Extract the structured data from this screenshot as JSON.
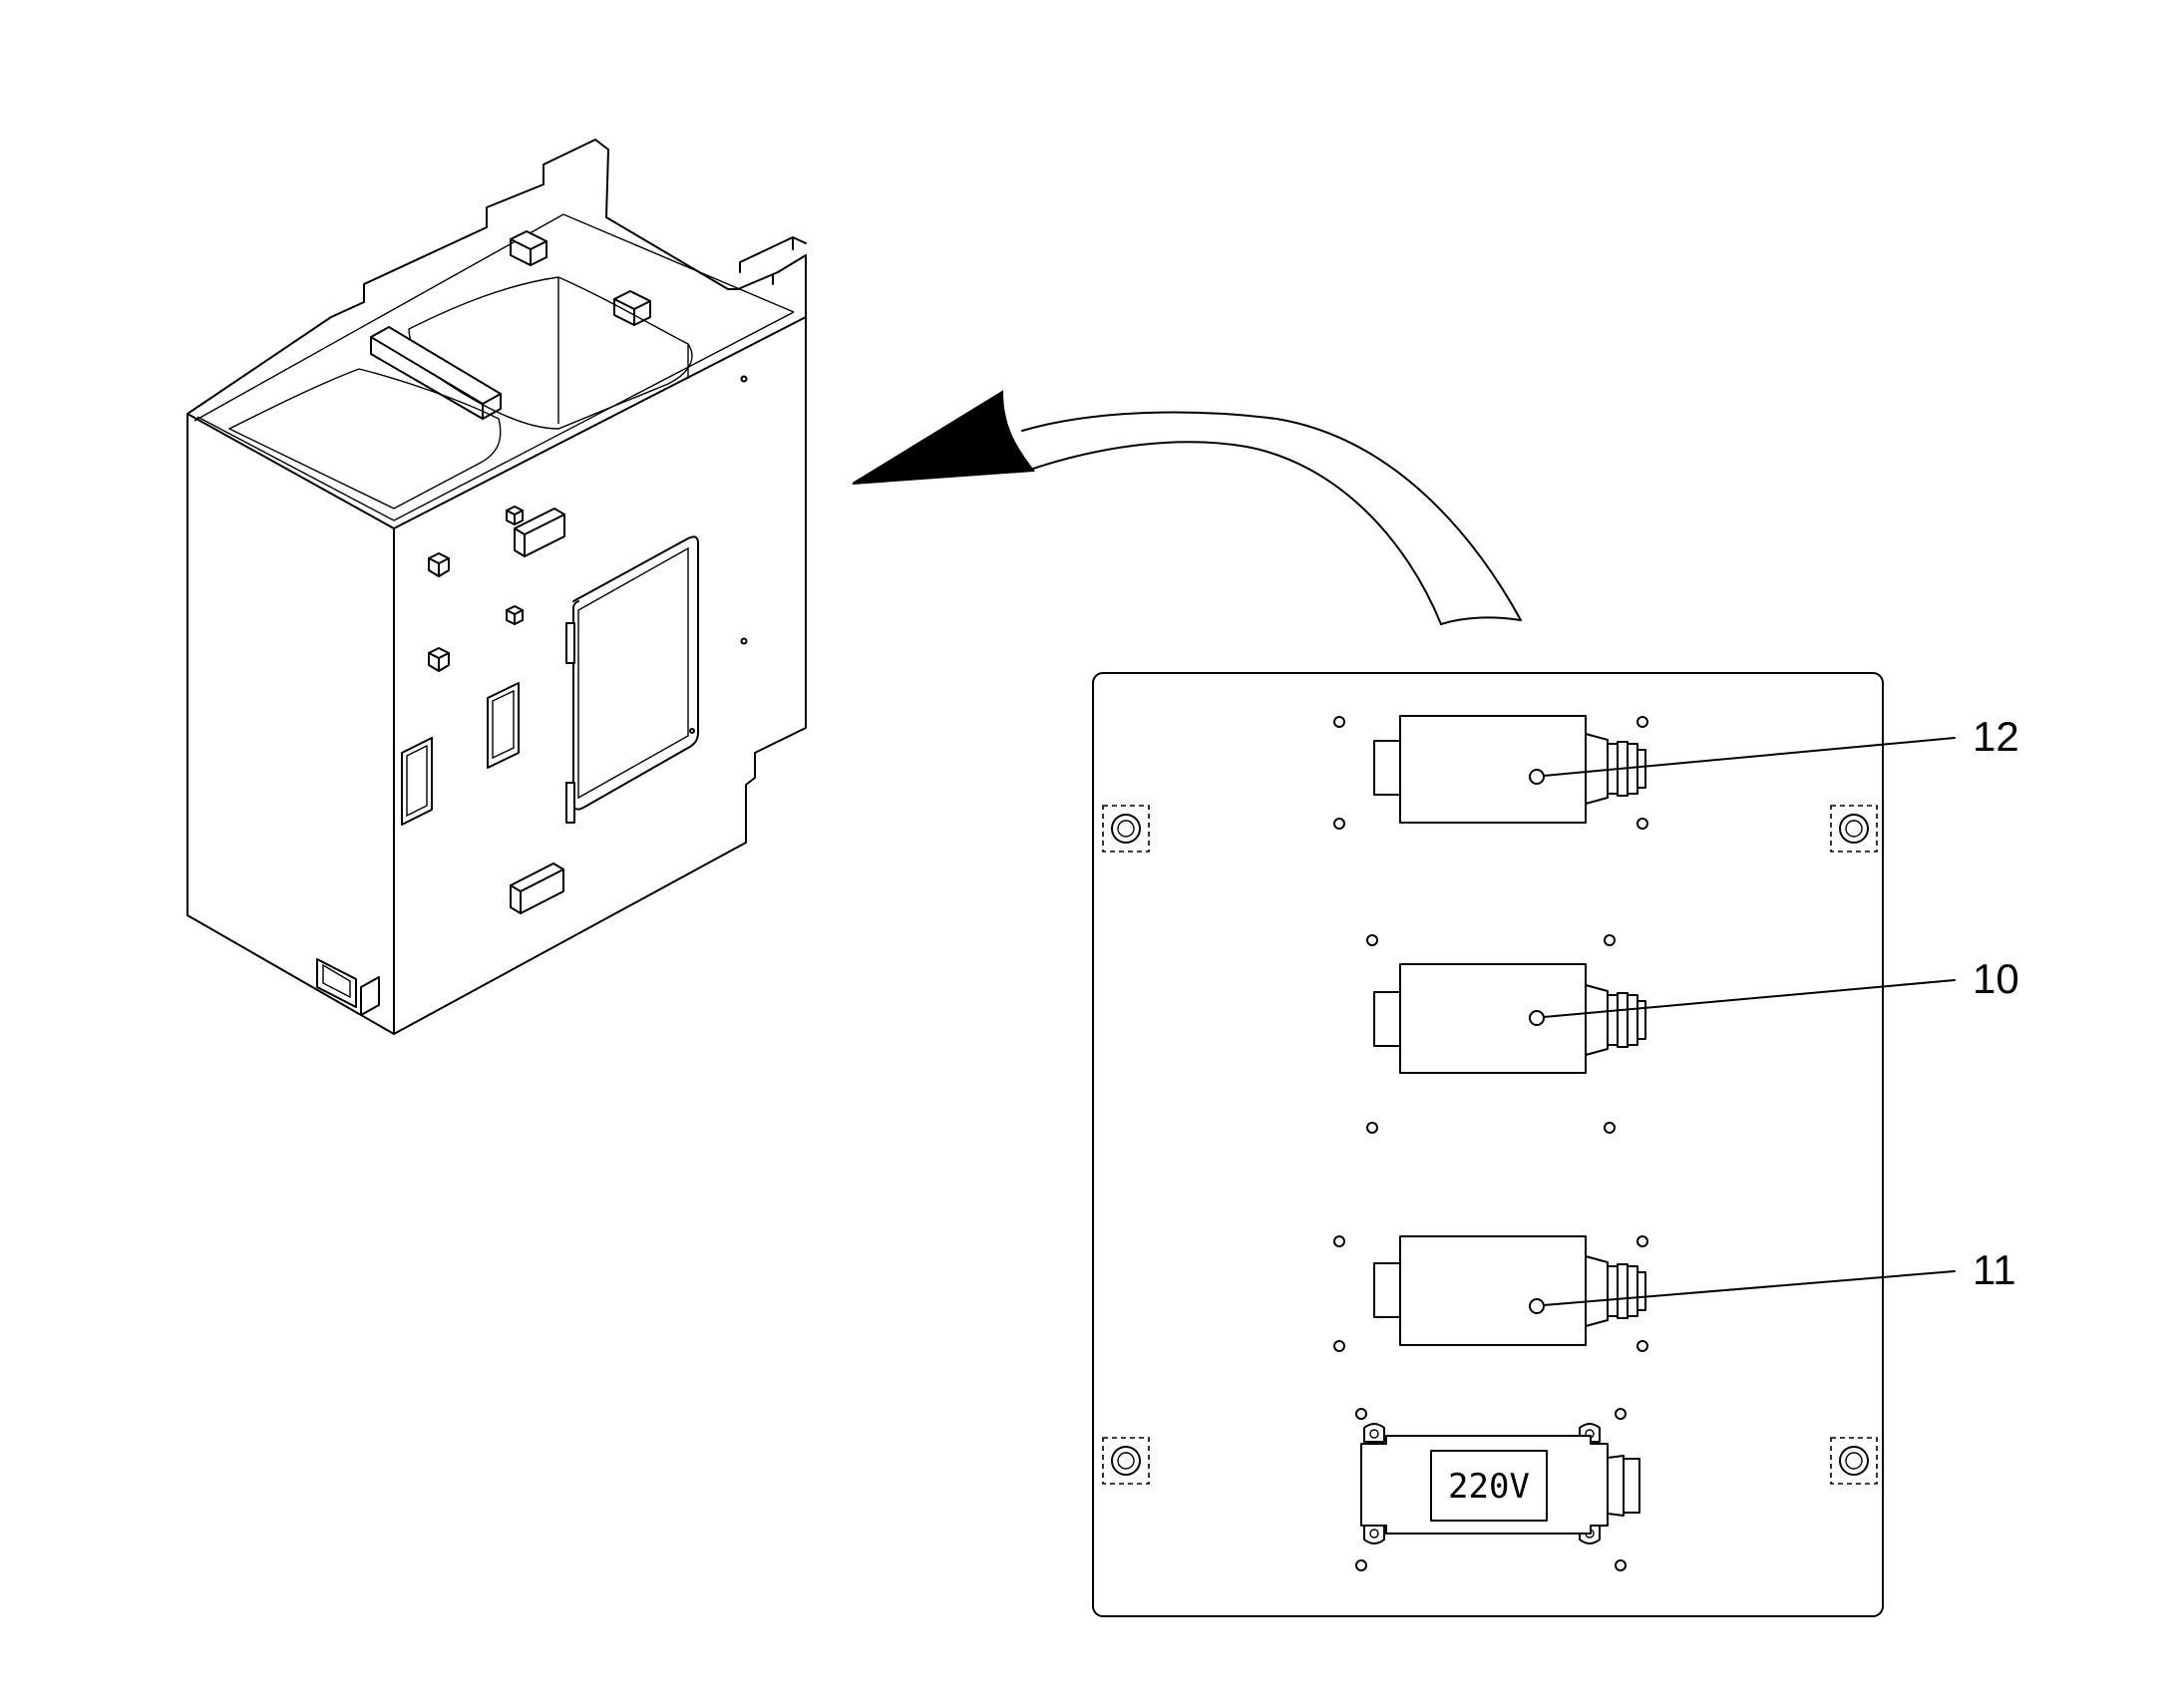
{
  "figure": {
    "callouts": [
      {
        "number": "12",
        "part": "upper-module"
      },
      {
        "number": "10",
        "part": "middle-module"
      },
      {
        "number": "11",
        "part": "lower-module"
      }
    ],
    "power_module_label": "220V"
  }
}
